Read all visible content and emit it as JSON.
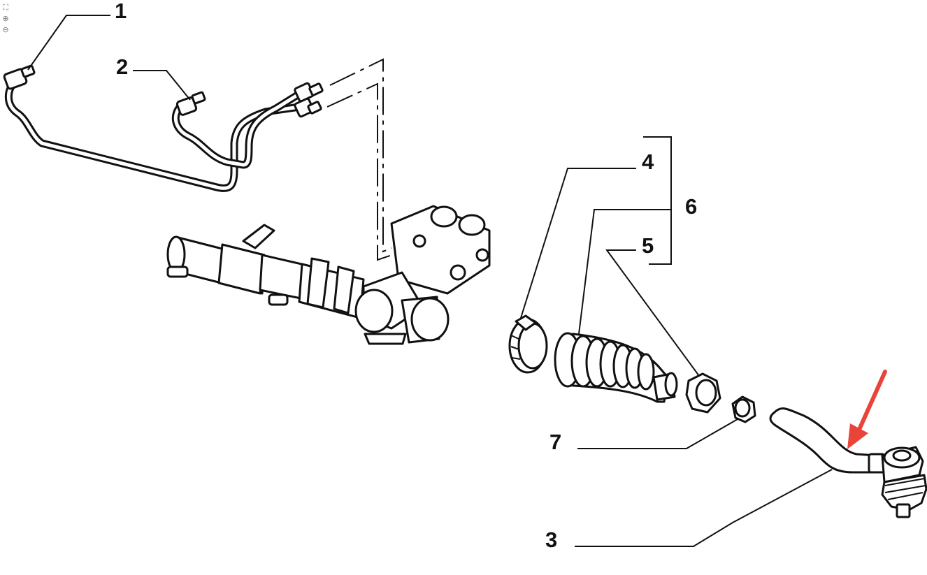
{
  "viewer": {
    "tools": [
      {
        "name": "fit-icon",
        "glyph": "⛶"
      },
      {
        "name": "zoom-in-icon",
        "glyph": "⊕"
      },
      {
        "name": "zoom-out-icon",
        "glyph": "⊖"
      }
    ]
  },
  "callouts": {
    "c1": "1",
    "c2": "2",
    "c3": "3",
    "c4": "4",
    "c5": "5",
    "c6": "6",
    "c7": "7"
  },
  "colors": {
    "line": "#111111",
    "arrow": "#e8443a",
    "background": "#ffffff"
  }
}
